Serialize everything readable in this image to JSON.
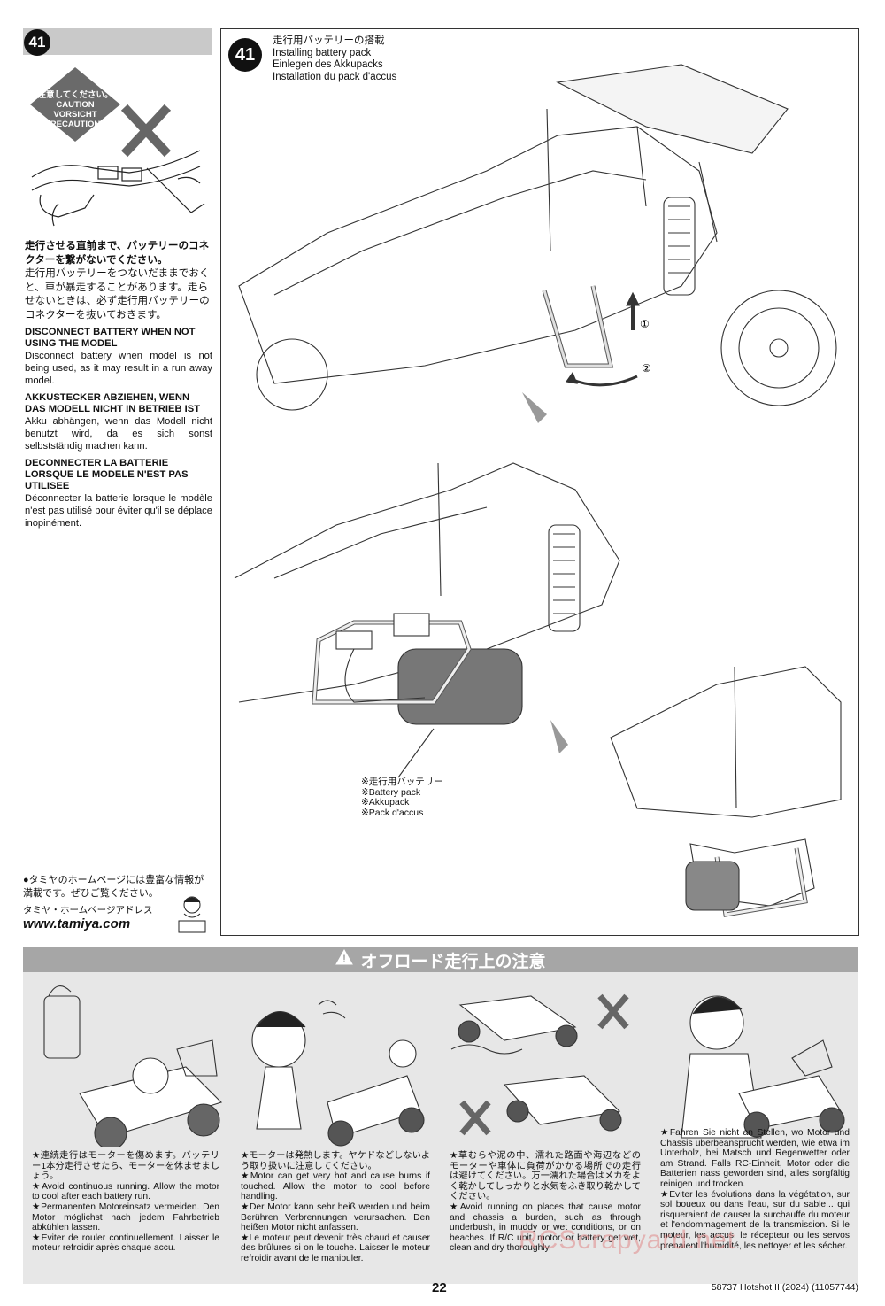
{
  "step": {
    "number": "41",
    "title_jp": "走行用バッテリーの搭載",
    "title_en": "Installing battery pack",
    "title_de": "Einlegen des Akkupacks",
    "title_fr": "Installation du pack d'accus",
    "arrow_labels": [
      "①",
      "②"
    ],
    "battery_labels": [
      "※走行用バッテリー",
      "※Battery pack",
      "※Akkupack",
      "※Pack d'accus"
    ]
  },
  "caution_badge": {
    "jp": "注意してください。",
    "en": "CAUTION",
    "de": "VORSICHT",
    "fr": "PRECAUTIONS"
  },
  "side": {
    "jp_bold": "走行させる直前まで、バッテリーのコネクターを繋がないでください。",
    "jp_body": "走行用バッテリーをつないだままでおくと、車が暴走することがあります。走らせないときは、必ず走行用バッテリーのコネクターを抜いておきます。",
    "en_head": "DISCONNECT BATTERY WHEN NOT USING THE MODEL",
    "en_body": "Disconnect battery when model is not being used, as it may result in a run away model.",
    "de_head": "AKKUSTECKER ABZIEHEN, WENN DAS MODELL NICHT IN BETRIEB IST",
    "de_body": "Akku abhängen, wenn das Modell nicht benutzt wird, da es sich sonst selbstständig machen kann.",
    "fr_head": "DECONNECTER LA BATTERIE LORSQUE LE MODELE N'EST PAS UTILISEE",
    "fr_body": "Déconnecter la batterie lorsque le modèle n'est pas utilisé pour éviter qu'il se déplace inopinément."
  },
  "tamiya": {
    "info": "●タミヤのホームページには豊富な情報が満載です。ぜひご覧ください。",
    "addr_label": "タミヤ・ホームページアドレス",
    "url": "www.tamiya.com"
  },
  "bottom": {
    "header": "オフロード走行上の注意",
    "panels": [
      {
        "jp": "★連続走行はモーターを傷めます。バッテリー1本分走行させたら、モーターを休ませましょう。",
        "en": "★Avoid continuous running. Allow the motor to cool after each battery run.",
        "de": "★Permanenten Motoreinsatz vermeiden. Den Motor möglichst nach jedem Fahrbetrieb abkühlen lassen.",
        "fr": "★Eviter de rouler continuellement. Laisser le moteur refroidir après chaque accu."
      },
      {
        "jp": "★モーターは発熱します。ヤケドなどしないよう取り扱いに注意してください。",
        "en": "★Motor can get very hot and cause burns if touched. Allow the motor to cool before handling.",
        "de": "★Der Motor kann sehr heiß werden und beim Berühren Verbrennungen verursachen. Den heißen Motor nicht anfassen.",
        "fr": "★Le moteur peut devenir très chaud et causer des brûlures si on le touche. Laisser le moteur refroidir avant de le manipuler."
      },
      {
        "jp": "★草むらや泥の中、濡れた路面や海辺などの モーターや車体に負荷がかかる場所での走行は避けてください。万一濡れた場合はメカをよく乾かしてしっかりと水気をふき取り乾かしてください。",
        "en": "★Avoid running on places that cause motor and chassis a burden, such as through underbush, in muddy or wet conditions, or on beaches. If R/C unit, motor, or battery get wet, clean and dry thoroughly."
      },
      {
        "de": "★Fahren Sie nicht an Stellen, wo Motor und Chassis überbeansprucht werden, wie etwa im Unterholz, bei Matsch und Regenwetter oder am Strand. Falls RC-Einheit, Motor oder die Batterien nass geworden sind, alles sorgfältig reinigen und trocken.",
        "fr": "★Eviter les évolutions dans la végétation, sur sol boueux ou dans l'eau, sur du sable... qui risqueraient de causer la surchauffe du moteur et l'endommagement de la transmission. Si le moteur, les accus, le récepteur ou les servos prenaient l'humidité, les nettoyer et les sécher."
      }
    ]
  },
  "footer": {
    "page": "22",
    "model": "58737  Hotshot II (2024) (11057744)"
  },
  "watermark": "RCScrapyard.net"
}
